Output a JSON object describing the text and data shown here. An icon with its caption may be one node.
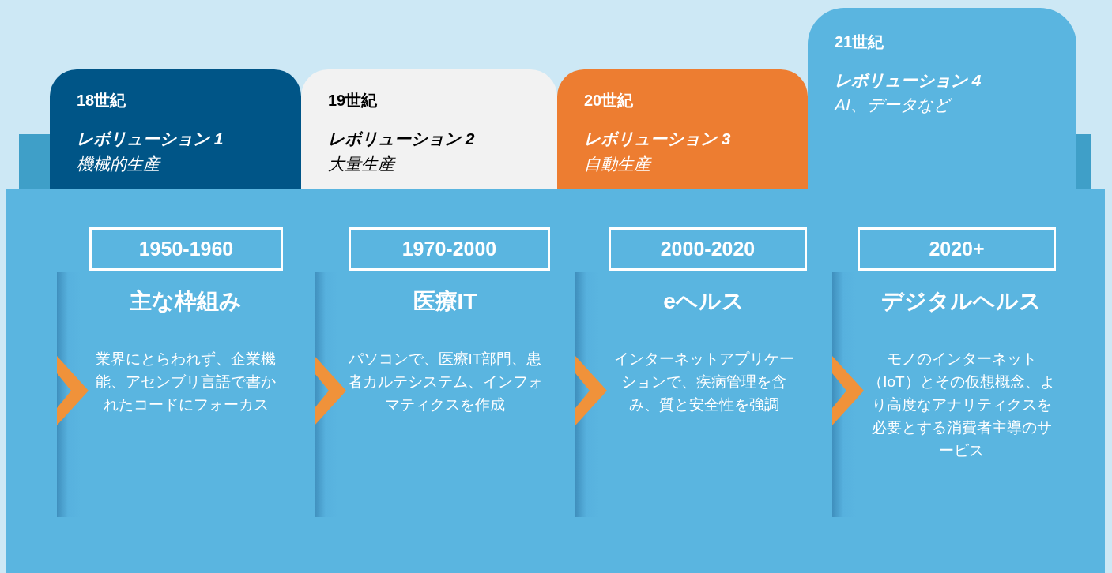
{
  "diagram": {
    "nodes": [
      {
        "text": [
          "18世紀",
          "レボリューション 1",
          "機械的生産"
        ]
      },
      {
        "text": [
          "19世紀",
          "レボリューション 2",
          "大量生産"
        ]
      },
      {
        "text": [
          "20世紀",
          "レボリューション 3",
          "自動生産"
        ]
      },
      {
        "text": [
          "21世紀",
          "レボリューション 4",
          "AI、データなど"
        ]
      },
      {
        "text": [
          "1950-1960"
        ]
      },
      {
        "text": [
          "主な枠組み",
          "業界にとらわれず、企業機能、アセンブリ言語で書かれたコードにフォーカス"
        ]
      },
      {
        "text": [
          "1970-2000"
        ]
      },
      {
        "text": [
          "医療IT",
          "パソコンで、医療IT部門、患者カルテシステム、インフォマティクスを作成"
        ]
      },
      {
        "text": [
          "2000-2020"
        ]
      },
      {
        "text": [
          "eヘルス",
          "インターネットアプリケーションで、疾病管理を含み、質と安全性を強調"
        ]
      },
      {
        "text": [
          "2020+"
        ]
      },
      {
        "text": [
          "デジタルヘルス",
          "モノのインターネット（IoT）とその仮想概念、より高度なアナリティクスを必要とする消費者主導のサービス"
        ]
      }
    ],
    "edges": [
      {
        "from": null,
        "to": 5,
        "arrow": "to"
      },
      {
        "from": 5,
        "to": 7,
        "arrow": "to"
      },
      {
        "from": 7,
        "to": 9,
        "arrow": "to"
      },
      {
        "from": 9,
        "to": 11,
        "arrow": "to"
      }
    ]
  }
}
